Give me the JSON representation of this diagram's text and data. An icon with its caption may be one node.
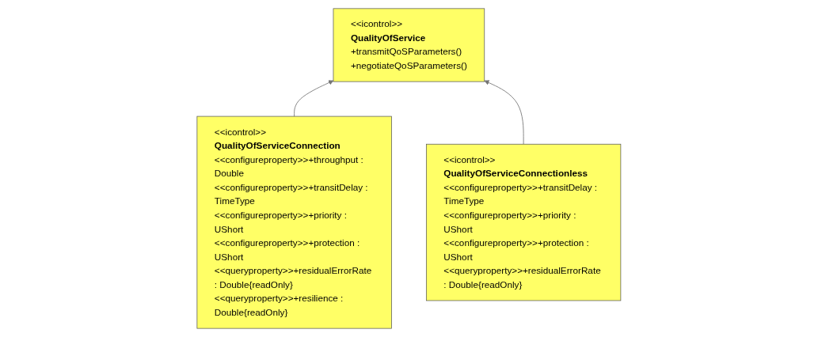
{
  "diagram": {
    "nodes": [
      {
        "text": [
          "<<icontrol>>",
          "QualityOfService",
          "+transmitQoSParameters()",
          "+negotiateQoSParameters()"
        ]
      },
      {
        "text": [
          "<<icontrol>>",
          "QualityOfServiceConnection",
          "<<configureproperty>>+throughput : Double",
          "<<configureproperty>>+transitDelay : TimeType",
          "<<configureproperty>>+priority : UShort",
          "<<configureproperty>>+protection : UShort",
          "<<queryproperty>>+residualErrorRate : Double{readOnly}",
          "<<queryproperty>>+resilience : Double{readOnly}"
        ]
      },
      {
        "text": [
          "<<icontrol>>",
          "QualityOfServiceConnectionless",
          "<<configureproperty>>+transitDelay : TimeType",
          "<<configureproperty>>+priority : UShort",
          "<<configureproperty>>+protection : UShort",
          "<<queryproperty>>+residualErrorRate : Double{readOnly}"
        ]
      }
    ],
    "edges": [
      {
        "from": 1,
        "to": 0,
        "arrow": "to"
      },
      {
        "from": 2,
        "to": 0,
        "arrow": "to"
      }
    ]
  }
}
